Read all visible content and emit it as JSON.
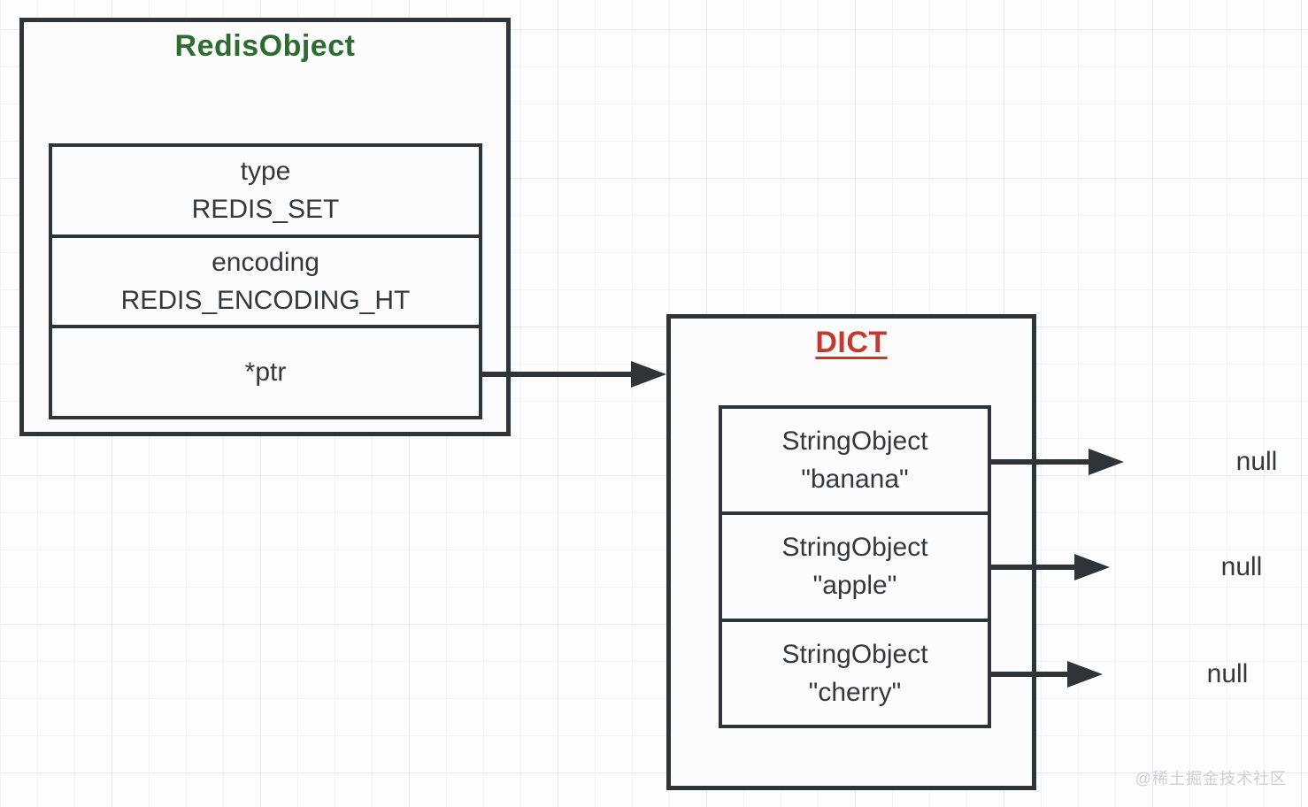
{
  "diagram": {
    "redis_object": {
      "title": "RedisObject",
      "title_color": "#2e6b2f",
      "cells": [
        {
          "line1": "type",
          "line2": "REDIS_SET"
        },
        {
          "line1": "encoding",
          "line2": "REDIS_ENCODING_HT"
        },
        {
          "line1": "*ptr"
        }
      ]
    },
    "dict": {
      "title": "DICT",
      "title_color": "#c23b31",
      "entries": [
        {
          "line1": "StringObject",
          "line2": "\"banana\""
        },
        {
          "line1": "StringObject",
          "line2": "\"apple\""
        },
        {
          "line1": "StringObject",
          "line2": "\"cherry\""
        }
      ]
    },
    "null_labels": [
      "null",
      "null",
      "null"
    ],
    "arrow_color": "#2f3438",
    "watermark": "@稀土掘金技术社区"
  }
}
